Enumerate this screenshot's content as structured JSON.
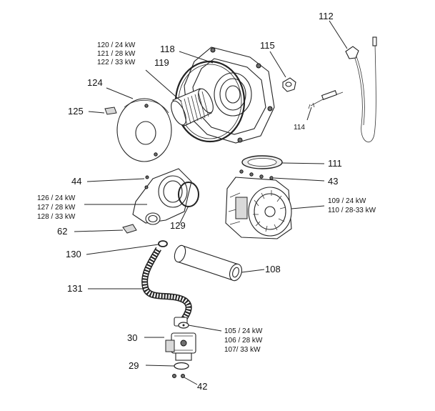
{
  "labels": {
    "p112": "112",
    "p118": "118",
    "p119": "119",
    "p115": "115",
    "p120": "120 / 24 kW",
    "p121": "121 / 28 kW",
    "p122": "122 / 33 kW",
    "p124": "124",
    "p125": "125",
    "p114": "114",
    "p111": "111",
    "p43": "43",
    "p44": "44",
    "p126": "126 / 24 kW",
    "p127": "127 / 28 kW",
    "p128": "128 / 33 kW",
    "p109": "109 / 24 kW",
    "p110": "110 / 28-33 kW",
    "p62": "62",
    "p129": "129",
    "p130": "130",
    "p108": "108",
    "p131": "131",
    "p30": "30",
    "p105": "105 / 24 kW",
    "p106": "106 / 28 kW",
    "p107": "107/ 33 kW",
    "p29": "29",
    "p42": "42"
  }
}
